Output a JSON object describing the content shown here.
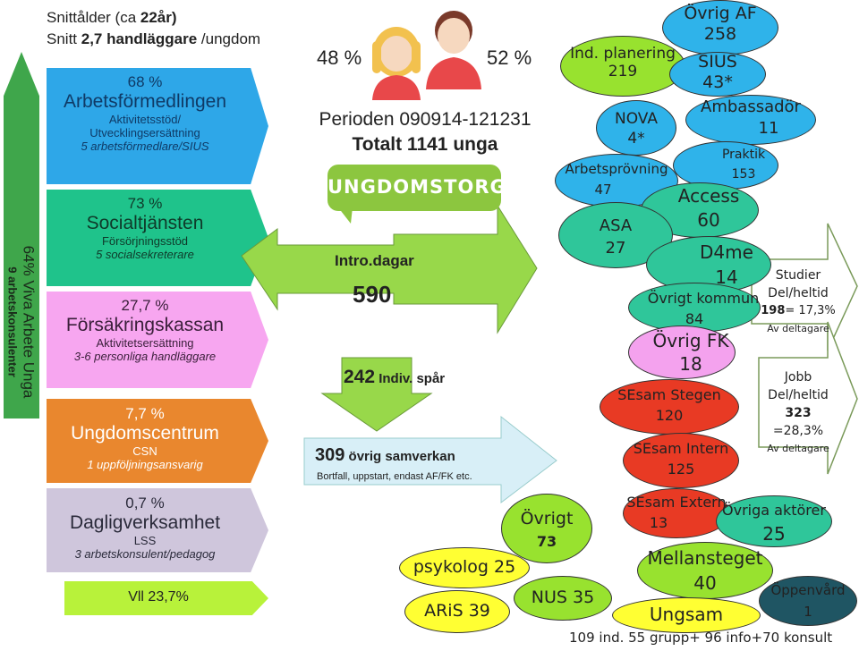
{
  "header": {
    "line1_prefix": "Snittålder (ca ",
    "line1_bold": "22år)",
    "line2_prefix": "Snitt ",
    "line2_bold": "2,7 handläggare",
    "line2_suffix": " /ungdom"
  },
  "side_arrow": {
    "percent": "64%",
    "title": "Viva Arbete Unga",
    "subtitle": "9 arbetskonsulenter",
    "color": "#3fa64b"
  },
  "agencies": [
    {
      "percent": "68 %",
      "name": "Arbetsförmedlingen",
      "desc1": "Aktivitetsstöd/",
      "desc2": "Utvecklingsersättning",
      "staff": "5 arbetsförmedlare/SIUS",
      "color": "#2ea7e8"
    },
    {
      "percent": "73 %",
      "name": "Socialtjänsten",
      "desc1": "Försörjningsstöd",
      "desc2": "",
      "staff": "5 socialsekreterare",
      "color": "#1fc38b"
    },
    {
      "percent": "27,7 %",
      "name": "Försäkringskassan",
      "desc1": "Aktivitetsersättning",
      "desc2": "",
      "staff": "3-6 personliga handläggare",
      "color": "#f7a6f0"
    },
    {
      "percent": "7,7 %",
      "name": "Ungdomscentrum",
      "desc1": "CSN",
      "desc2": "",
      "staff": "1 uppföljningsansvarig",
      "color": "#e9872e"
    },
    {
      "percent": "0,7 %",
      "name": "Dagligverksamhet",
      "desc1": "LSS",
      "desc2": "",
      "staff": "3 arbetskonsulent/pedagog",
      "color": "#cfc6dc"
    }
  ],
  "vll": {
    "label": "Vll 23,7%",
    "color": "#b8f23a"
  },
  "center": {
    "female_pct": "48 %",
    "male_pct": "52 %",
    "period": "Perioden 090914-121231",
    "total": "Totalt 1141 unga",
    "logo_text": "UNGDOMSTORGET",
    "intro_label": "Intro.dagar",
    "intro_value": "590",
    "indiv_value": "242",
    "indiv_label": " Indiv. spår",
    "samverkan_value": "309",
    "samverkan_label": " övrig samverkan",
    "samverkan_note": "Bortfall, uppstart, endast AF/FK etc."
  },
  "bubbles": [
    {
      "id": "ind-planering",
      "l1": "Ind. planering",
      "l2": "219",
      "fill": "#98e22f"
    },
    {
      "id": "ovrig-af",
      "l1": "Övrig AF",
      "l2": "258",
      "fill": "#2fb3ea"
    },
    {
      "id": "sius",
      "l1": "SIUS",
      "l2": "43*",
      "fill": "#2fb3ea"
    },
    {
      "id": "ambassador",
      "l1": "Ambassadör",
      "l2": "11",
      "fill": "#2fb3ea"
    },
    {
      "id": "nova",
      "l1": "NOVA",
      "l2": "4*",
      "fill": "#2fb3ea"
    },
    {
      "id": "arbetsprovning",
      "l1": "Arbetsprövning",
      "l2": "47",
      "fill": "#2fb3ea"
    },
    {
      "id": "praktik",
      "l1": "Praktik",
      "l2": "153",
      "fill": "#2fb3ea"
    },
    {
      "id": "access",
      "l1": "Access",
      "l2": "60",
      "fill": "#2fc69a"
    },
    {
      "id": "asa",
      "l1": "ASA",
      "l2": "27",
      "fill": "#2fc69a"
    },
    {
      "id": "d4me",
      "l1": "D4me",
      "l2": "14",
      "fill": "#2fc69a"
    },
    {
      "id": "ovrigt-kommun",
      "l1": "Övrigt kommun",
      "l2": "84",
      "fill": "#2fc69a"
    },
    {
      "id": "ovrig-fk",
      "l1": "Övrig FK",
      "l2": "18",
      "fill": "#f4a2ee"
    },
    {
      "id": "sesam-stegen",
      "l1": "SEsam Stegen",
      "l2": "120",
      "fill": "#e83a24"
    },
    {
      "id": "sesam-intern",
      "l1": "SEsam Intern",
      "l2": "125",
      "fill": "#e83a24"
    },
    {
      "id": "sesam-extern",
      "l1": "SEsam Extern",
      "l2": "13",
      "fill": "#e83a24"
    },
    {
      "id": "ovriga-aktorer",
      "l1": "Övriga aktörer",
      "l2": "25",
      "fill": "#2fc69a"
    },
    {
      "id": "mellansteget",
      "l1": "Mellansteget",
      "l2": "40",
      "fill": "#98e22f"
    },
    {
      "id": "oppenvard",
      "l1": "Öppenvård",
      "l2": "1",
      "fill": "#1f5563"
    },
    {
      "id": "ungsam",
      "l1": "Ungsam",
      "l2": "",
      "fill": "#ffff33"
    },
    {
      "id": "ovrigt",
      "l1": "Övrigt",
      "l2": "73",
      "fill": "#98e22f"
    },
    {
      "id": "psykolog",
      "l1": "psykolog 25",
      "l2": "",
      "fill": "#ffff33"
    },
    {
      "id": "nus",
      "l1": "NUS 35",
      "l2": "",
      "fill": "#98e22f"
    },
    {
      "id": "aris",
      "l1": "ARiS 39",
      "l2": "",
      "fill": "#ffff33"
    }
  ],
  "outcomes": {
    "studier_title": "Studier",
    "studier_sub": "Del/heltid",
    "studier_value": "198",
    "studier_pct": "= 17,3%",
    "studier_note": "Av deltagare",
    "jobb_title": "Jobb",
    "jobb_sub": "Del/heltid",
    "jobb_value": "323",
    "jobb_pct": "=28,3%",
    "jobb_note": "Av deltagare"
  },
  "footer": "109 ind. 55 grupp+ 96 info+70 konsult"
}
